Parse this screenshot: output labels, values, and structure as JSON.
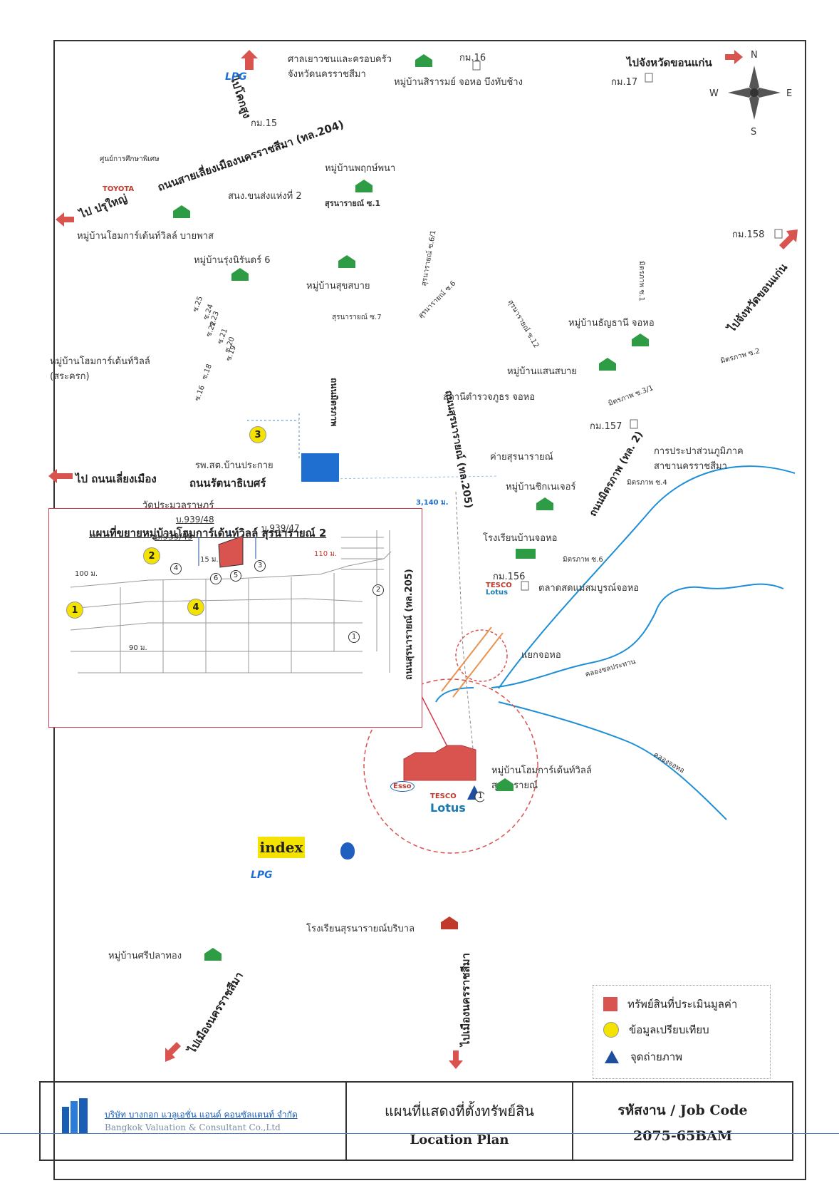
{
  "compass": {
    "n": "N",
    "s": "S",
    "e": "E",
    "w": "W"
  },
  "directions": {
    "to_khonkaen_top": "ไปจังหวัดขอนแก่น",
    "to_khonkaen_right": "ไปจังหวัดขอนแก่น",
    "to_chokchai": "ไปโคกสูง",
    "to_pakthongchai": "ไป ปรุใหญ่",
    "to_bypass": "ไป ถนนเลี่ยงเมือง",
    "to_city_left": "ไปเมืองนครราชสีมา",
    "to_city_bottom": "ไปเมืองนครราชสีมา"
  },
  "roads": {
    "bypass_204": "ถนนสายเลี่ยงเมืองนครราชสีมา (ทล.204)",
    "suranarai_205": "ถนนสุรนารายณ์ (ทล.205)",
    "mittraphap_2": "ถนนมิตรภาพ (ทล. 2)",
    "rattanathibet": "ถนนรัตนาธิเบศร์",
    "mit_phuek": "ถนนมิตรภาพ",
    "soi_1": "สุรนารายณ์ ซ.1",
    "soi_6_1": "สุรนารายณ์ ซ.6/1",
    "soi_6": "สุรนารายณ์ ซ.6",
    "soi_7": "สุรนารายณ์ ซ.7",
    "soi_12": "สุรนารายณ์ ซ.12",
    "mit_soi_1": "มิตรภาพ ซ.1",
    "mit_soi_2": "มิตรภาพ ซ.2",
    "mit_soi_3_1": "มิตรภาพ ซ.3/1",
    "mit_soi_4": "มิตรภาพ ซ.4",
    "mit_soi_6": "มิตรภาพ ซ.6",
    "soi_25": "ซ.25",
    "soi_24": "ซ.24",
    "soi_23": "ซ.23",
    "soi_22": "ซ.22",
    "soi_21": "ซ.21",
    "soi_20": "ซ.20",
    "soi_19": "ซ.19",
    "soi_18": "ซ.18",
    "soi_16": "ซ.16",
    "distance": "3,140 ม.",
    "canal_1": "คลองชลประทาน",
    "canal_2": "คลองจอหอ"
  },
  "km": {
    "km15": "กม.15",
    "km16": "กม.16",
    "km17": "กม.17",
    "km156": "กม.156",
    "km157": "กม.157",
    "km158": "กม.158"
  },
  "places": {
    "court": "ศาลเยาวชนและครอบครัว\nจังหวัดนครราชสีมา",
    "siram": "หมู่บ้านสิรารมย์ จอหอ บึงทับช้าง",
    "special_edu": "ศูนย์การศึกษาพิเศษ",
    "toyota": "TOYOTA",
    "phruksa": "หมู่บ้านพฤกษ์พนา",
    "transport": "สนง.ขนส่งแห่งที่ 2",
    "home_bypass": "หมู่บ้านโฮมการ์เด้นท์วิลล์ บายพาส",
    "rungnirun": "หมู่บ้านรุ่งนิรันดร์ 6",
    "suksabai": "หมู่บ้านสุขสบาย",
    "tanyathani": "หมู่บ้านธัญธานี จอหอ",
    "saensabai": "หมู่บ้านแสนสบาย",
    "home_sakrok": "หมู่บ้านโฮมการ์เด้นท์วิลล์\n(สระครก)",
    "police": "สถานีตำรวจภูธร จอหอ",
    "camp": "ค่ายสุรนารายณ์",
    "pwa": "การประปาส่วนภูมิภาค\nสาขานครราชสีมา",
    "hospital": "รพ.สต.บ้านประกาย",
    "temple": "วัดประมวลราษฎร์",
    "chicnature": "หมู่บ้านชิกเนเจอร์",
    "school_jorho": "โรงเรียนบ้านจอหอ",
    "market": "ตลาดสดแม่สมบูรณ์จอหอ",
    "junction": "แยกจอหอ",
    "home_subject": "หมู่บ้านโฮมการ์เด้นท์วิลล์\nสุรนารายณ์",
    "school_suranarai": "โรงเรียนสุรนารายณ์บริบาล",
    "sriplathong": "หมู่บ้านศรีปลาทอง",
    "tesco_a": "TESCO",
    "tesco_b": "Lotus",
    "tesco_c": "TESCO",
    "tesco_d": "Lotus",
    "index": "index",
    "lpg": "LPG",
    "esso": "Esso"
  },
  "inset": {
    "title": "แผนที่ขยายหมู่บ้านโฮมการ์เด้นท์วิลล์ สุรนารายณ์ 2",
    "plot_48": "บ.939/48",
    "plot_47": "บ.939/47",
    "plot_49": "บ.939/49",
    "road": "ถนนสุรนารายณ์ (ทล.205)",
    "dist_110": "110 ม.",
    "dist_100": "100 ม.",
    "dist_90": "90 ม.",
    "dist_15": "15 ม.",
    "markers": [
      "1",
      "2",
      "3",
      "4",
      "5",
      "6"
    ],
    "comps": [
      "1",
      "2",
      "4"
    ]
  },
  "main_markers": {
    "m3": "3",
    "photo1": "1"
  },
  "legend": {
    "subject": "ทรัพย์สินที่ประเมินมูลค่า",
    "comparable": "ข้อมูลเปรียบเทียบ",
    "photo": "จุดถ่ายภาพ"
  },
  "footer": {
    "company_th": "บริษัท บางกอก แวลูเอชั่น แอนด์ คอนซัลแตนท์ จำกัด",
    "company_en": "Bangkok Valuation & Consultant Co.,Ltd",
    "plan_th": "แผนที่แสดงที่ตั้งทรัพย์สิน",
    "plan_en": "Location Plan",
    "job_label": "รหัสงาน / Job Code",
    "job_code": "2075-65BAM"
  },
  "colors": {
    "subject": "#d9534f",
    "comparable": "#f4e200",
    "river": "#1e8fd6",
    "photo": "#1d4f9c",
    "road_red": "#c0392b"
  }
}
